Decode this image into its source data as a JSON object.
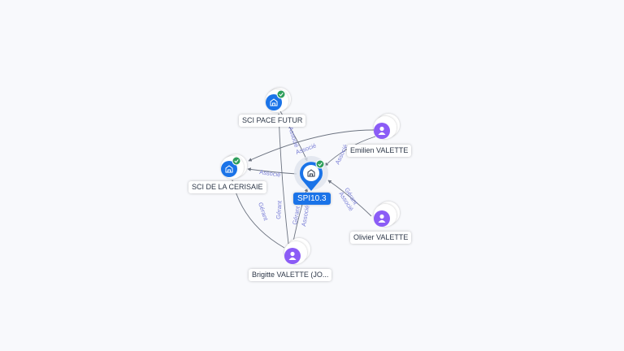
{
  "colors": {
    "company": "#1a73e8",
    "person": "#8b5cf6",
    "check": "#2e9e5b",
    "edge": "#6c7380",
    "edge_label": "#7a7fd6"
  },
  "nodes": {
    "center": {
      "label": "SPI10.3",
      "icon": "building-icon"
    },
    "sci_pace": {
      "label": "SCI PACE FUTUR",
      "icon": "building-icon"
    },
    "sci_cerisaie": {
      "label": "SCI DE LA CERISAIE",
      "icon": "building-icon"
    },
    "emilien": {
      "label": "Emilien VALETTE",
      "icon": "person-icon"
    },
    "olivier": {
      "label": "Olivier VALETTE",
      "icon": "person-icon"
    },
    "brigitte": {
      "label": "Brigitte VALETTE (JO...",
      "icon": "person-icon"
    }
  },
  "edge_labels": {
    "pace_center": "Associé",
    "center_cerisaie": "Associé",
    "emilien_center": "Associé",
    "emilien_cerisaie": "Associé",
    "olivier_gerant": "Gérant",
    "olivier_associe": "Associé",
    "brigitte_center_gerant": "Gérant",
    "brigitte_center_associe": "Associé",
    "brigitte_cerisaie": "Gérant",
    "brigitte_pace": "Gérant"
  }
}
